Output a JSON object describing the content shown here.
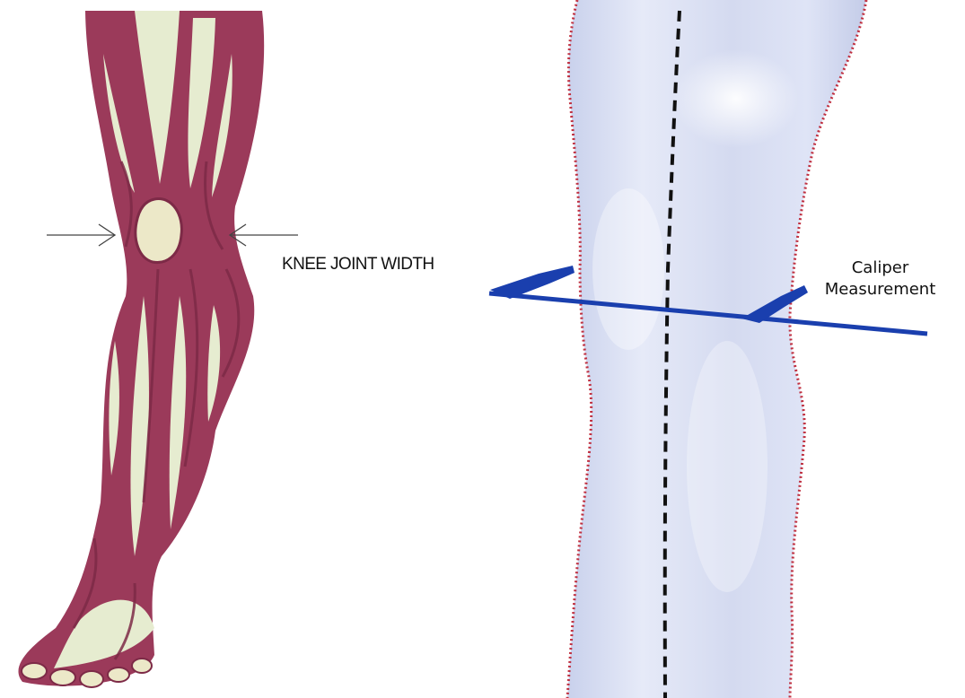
{
  "annotations": {
    "knee_joint_width": "KNEE JOINT WIDTH",
    "caliper_line1": "Caliper",
    "caliper_line2": "Measurement"
  },
  "colors": {
    "muscle": "#9b3a5a",
    "muscle_dark": "#7d2a47",
    "tendon": "#e6ecd0",
    "leg_fill": "#dde3f4",
    "leg_highlight": "#f2f5fd",
    "outline_dotted": "#c03040",
    "centerline": "#111111",
    "caliper": "#1a3fae",
    "arrow": "#444444"
  },
  "icons": {
    "left_arrow": "arrow-right-icon",
    "right_arrow": "arrow-left-icon"
  }
}
